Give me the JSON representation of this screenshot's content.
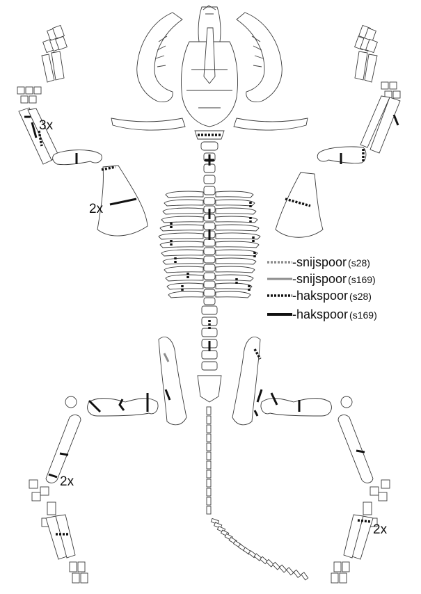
{
  "legend": {
    "items": [
      {
        "label": "-snijspoor",
        "code": "(s28)",
        "style": "grey-dotted",
        "color": "#8c8c8c"
      },
      {
        "label": "-snijspoor",
        "code": "(s169)",
        "style": "grey-solid",
        "color": "#8c8c8c"
      },
      {
        "label": "-hakspoor",
        "code": "(s28)",
        "style": "black-dotted",
        "color": "#111111"
      },
      {
        "label": "-hakspoor",
        "code": "(s169)",
        "style": "black-solid",
        "color": "#111111"
      }
    ]
  },
  "counts": {
    "left_forelimb_radius": "3x",
    "left_scapula": "2x",
    "left_tibia": "2x",
    "right_metatarsal": "2x"
  }
}
